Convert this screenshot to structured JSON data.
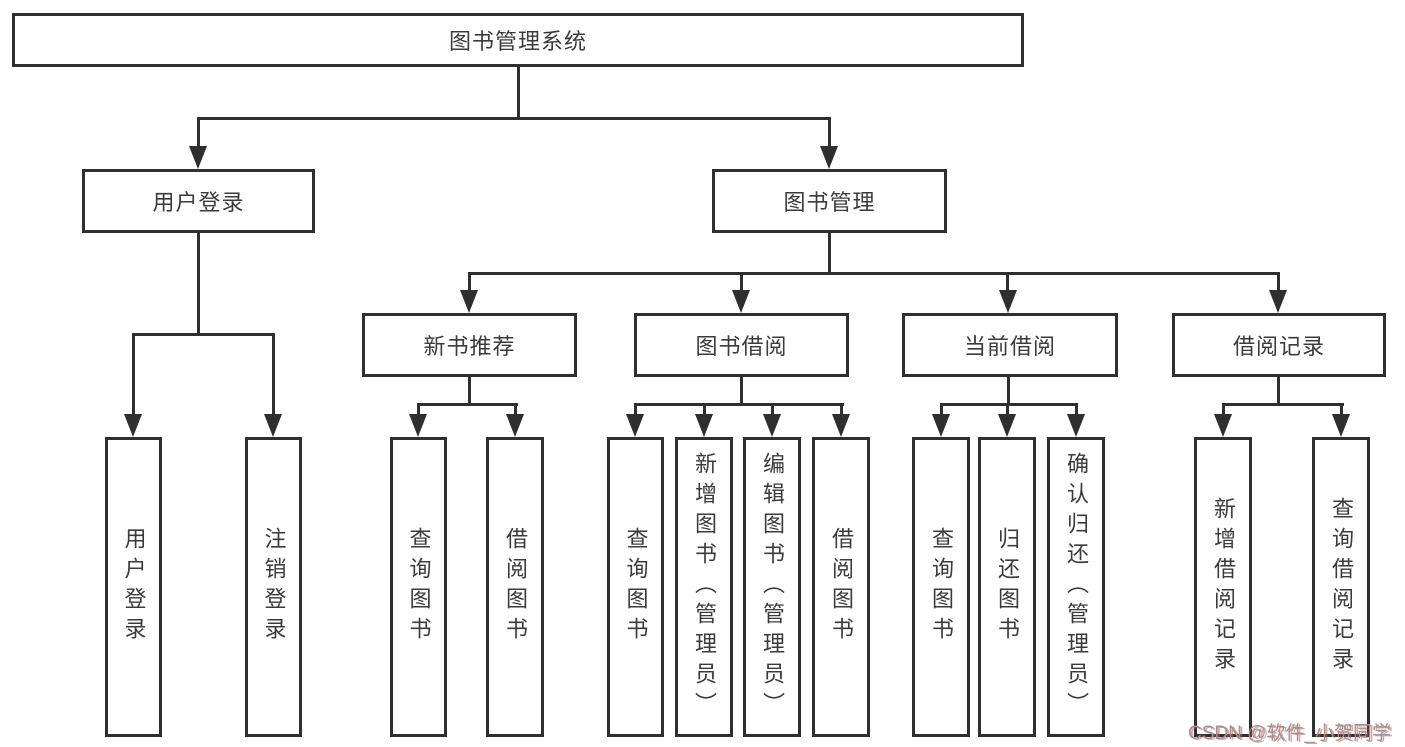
{
  "diagram": {
    "type": "tree",
    "root": {
      "label": "图书管理系统",
      "children": [
        {
          "label": "用户登录",
          "children": [
            {
              "label": "用户登录"
            },
            {
              "label": "注销登录"
            }
          ]
        },
        {
          "label": "图书管理",
          "children": [
            {
              "label": "新书推荐",
              "children": [
                {
                  "label": "查询图书"
                },
                {
                  "label": "借阅图书"
                }
              ]
            },
            {
              "label": "图书借阅",
              "children": [
                {
                  "label": "查询图书"
                },
                {
                  "label": "新增图书（管理员）"
                },
                {
                  "label": "编辑图书（管理员）"
                },
                {
                  "label": "借阅图书"
                }
              ]
            },
            {
              "label": "当前借阅",
              "children": [
                {
                  "label": "查询图书"
                },
                {
                  "label": "归还图书"
                },
                {
                  "label": "确认归还（管理员）"
                }
              ]
            },
            {
              "label": "借阅记录",
              "children": [
                {
                  "label": "新增借阅记录"
                },
                {
                  "label": "查询借阅记录"
                }
              ]
            }
          ]
        }
      ]
    }
  },
  "watermark": {
    "text": "CSDN @软件_小贺同学"
  },
  "colors": {
    "line": "#2f2f2f",
    "node_text": "#3b3b3b",
    "background": "#ffffff",
    "watermark_gray": "#969696",
    "watermark_red": "#d65046"
  }
}
